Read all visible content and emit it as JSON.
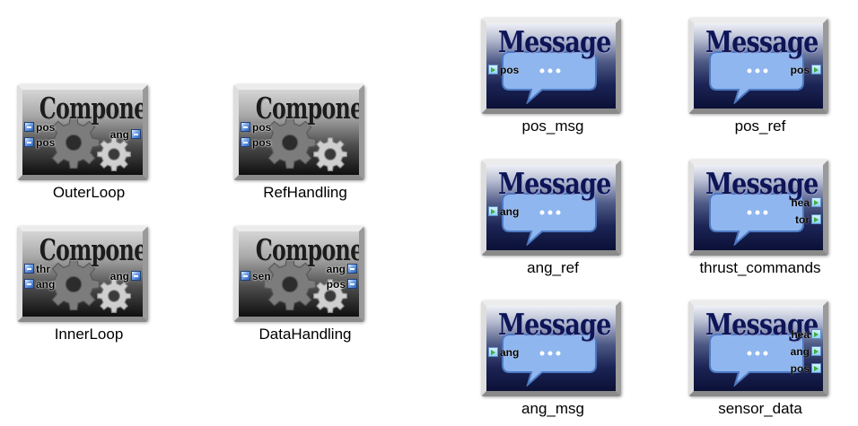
{
  "title_words": {
    "component": "Component",
    "message": "Message"
  },
  "components": [
    {
      "name": "OuterLoop",
      "left_ports": [
        "pos",
        "pos"
      ],
      "right_ports": [
        "ang"
      ]
    },
    {
      "name": "RefHandling",
      "left_ports": [
        "pos",
        "pos"
      ],
      "right_ports": []
    },
    {
      "name": "InnerLoop",
      "left_ports": [
        "thr",
        "ang"
      ],
      "right_ports": [
        "ang"
      ]
    },
    {
      "name": "DataHandling",
      "left_ports": [
        "sen"
      ],
      "right_ports": [
        "ang",
        "pos"
      ]
    }
  ],
  "messages": [
    {
      "name": "pos_msg",
      "left_ports": [
        "pos"
      ],
      "right_ports": []
    },
    {
      "name": "pos_ref",
      "left_ports": [],
      "right_ports": [
        "pos"
      ]
    },
    {
      "name": "ang_ref",
      "left_ports": [
        "ang"
      ],
      "right_ports": []
    },
    {
      "name": "thrust_commands",
      "left_ports": [],
      "right_ports": [
        "hea",
        "tor"
      ]
    },
    {
      "name": "ang_msg",
      "left_ports": [
        "ang"
      ],
      "right_ports": []
    },
    {
      "name": "sensor_data",
      "left_ports": [],
      "right_ports": [
        "hea",
        "ang",
        "pos"
      ]
    }
  ]
}
